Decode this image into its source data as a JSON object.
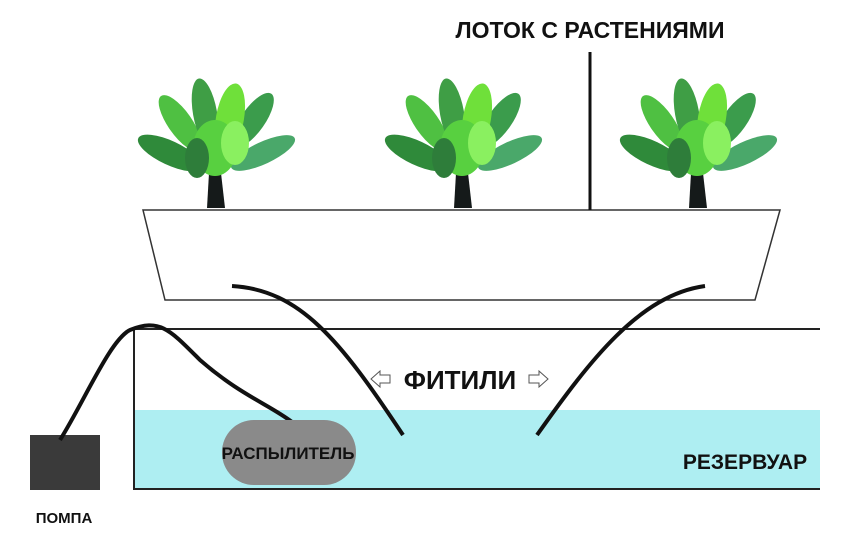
{
  "labels": {
    "tray": "ЛОТОК С РАСТЕНИЯМИ",
    "wicks": "ФИТИЛИ",
    "sprayer": "РАСПЫЛИТЕЛЬ",
    "reservoir": "РЕЗЕРВУАР",
    "pump": "ПОМПА"
  },
  "colors": {
    "water": "#aeeef2",
    "pump": "#3a3a3a",
    "sprayer": "#8a8a8a",
    "leaf_dark": "#2f8a3a",
    "leaf_light": "#6fe03a",
    "stem": "#151a1a"
  }
}
